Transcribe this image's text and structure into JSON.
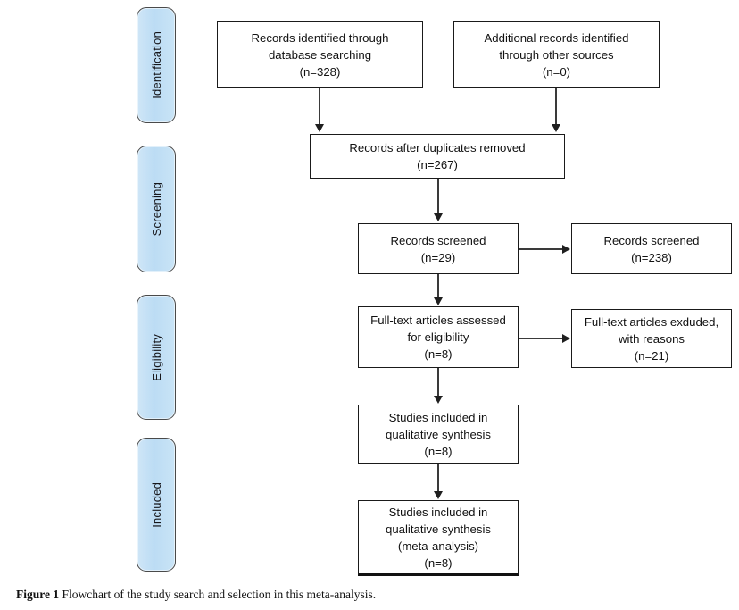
{
  "figure": {
    "caption_label": "Figure 1",
    "caption_text": "Flowchart of the study search and selection in this meta-analysis."
  },
  "stages": [
    {
      "label": "Identification"
    },
    {
      "label": "Screening"
    },
    {
      "label": "Eligibility"
    },
    {
      "label": "Included"
    }
  ],
  "boxes": {
    "identified_database": "Records identified through\ndatabase searching\n(n=328)",
    "additional_records": "Additional records identified\nthrough other sources\n(n=0)",
    "after_duplicates": "Records after duplicates removed\n(n=267)",
    "records_screened": "Records screened\n(n=29)",
    "records_screened_excluded": "Records screened\n(n=238)",
    "fulltext_assessed": "Full-text articles assessed\nfor eligibility\n(n=8)",
    "fulltext_excluded": "Full-text articles exduded,\nwith reasons\n(n=21)",
    "qualitative_synthesis": "Studies included in\nqualitative synthesis\n(n=8)",
    "meta_analysis": "Studies included in\nqualitative synthesis\n(meta-analysis)\n(n=8)"
  },
  "counts": {
    "identified_database": 328,
    "additional_records": 0,
    "after_duplicates": 267,
    "records_screened": 29,
    "records_screened_excluded": 238,
    "fulltext_assessed": 8,
    "fulltext_excluded": 21,
    "qualitative_synthesis": 8,
    "meta_analysis": 8
  },
  "colors": {
    "pill_fill": "#c6e2f5",
    "pill_border": "#4a4a4a",
    "box_border": "#1a1a1a",
    "connector": "#3a3a3a",
    "background": "#ffffff"
  }
}
